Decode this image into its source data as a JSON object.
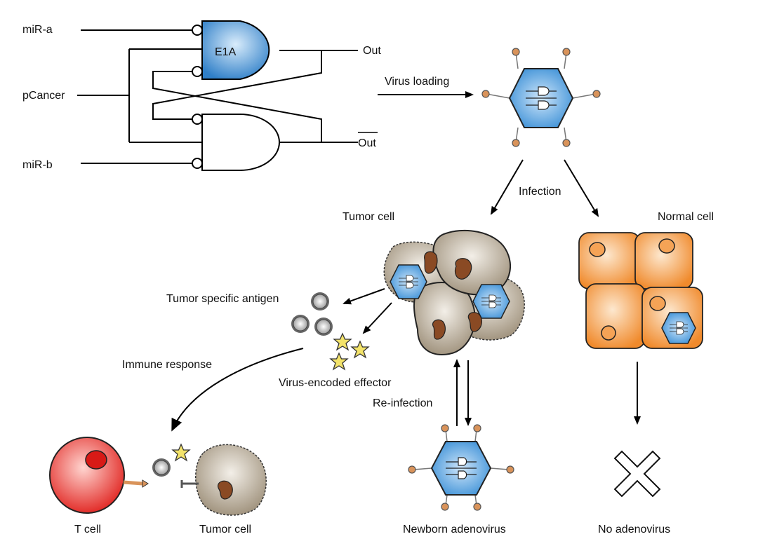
{
  "circuit": {
    "input_a": "miR-a",
    "input_promoter": "pCancer",
    "input_b": "miR-b",
    "gate_label": "E1A",
    "output": "Out",
    "output_bar": "Out"
  },
  "flow": {
    "virus_loading": "Virus loading",
    "infection": "Infection",
    "tumor_cell": "Tumor cell",
    "normal_cell": "Normal cell",
    "tumor_antigen": "Tumor specific antigen",
    "immune_response": "Immune response",
    "effector": "Virus-encoded effector",
    "reinfection": "Re-infection",
    "t_cell": "T cell",
    "tumor_cell_bottom": "Tumor cell",
    "newborn": "Newborn adenovirus",
    "no_adenovirus": "No adenovirus"
  },
  "colors": {
    "gate_blue": "#2f7fc8",
    "virus_blue": "#3a8fd6",
    "spike_orange": "#d9935a",
    "normal_cell": "#f29a3c",
    "tumor_cell": "#a89a85",
    "nucleus": "#8a4a24",
    "t_cell": "#e0201c",
    "star": "#f3e36a"
  }
}
